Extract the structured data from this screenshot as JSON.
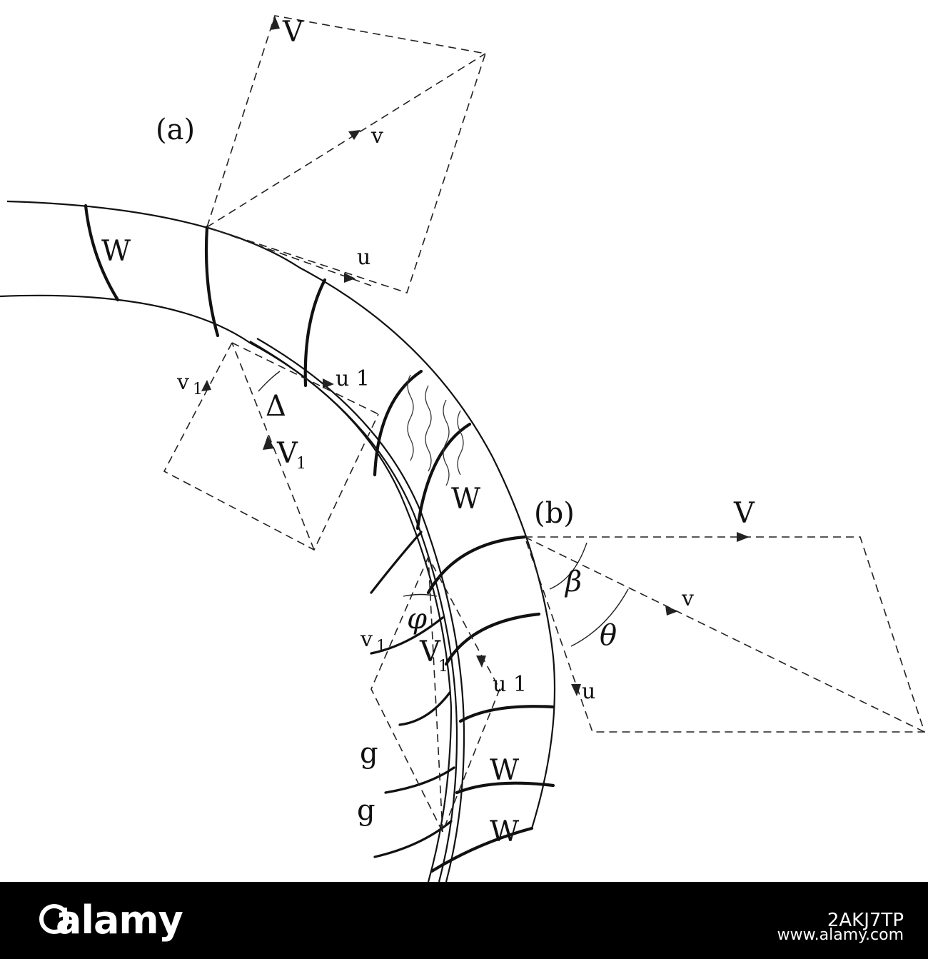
{
  "labels": {
    "a": "(a)",
    "b": "(b)",
    "V": "V",
    "v": "v",
    "u": "u",
    "v1": "v",
    "u1": "u 1",
    "V1": "V",
    "sub1": "1",
    "delta": "Δ",
    "phi": "φ",
    "beta": "β",
    "theta": "θ",
    "W": "W",
    "g": "g"
  },
  "footer": {
    "brand": "alamy",
    "stock_id": "2AKJ7TP",
    "url": "www.alamy.com"
  }
}
